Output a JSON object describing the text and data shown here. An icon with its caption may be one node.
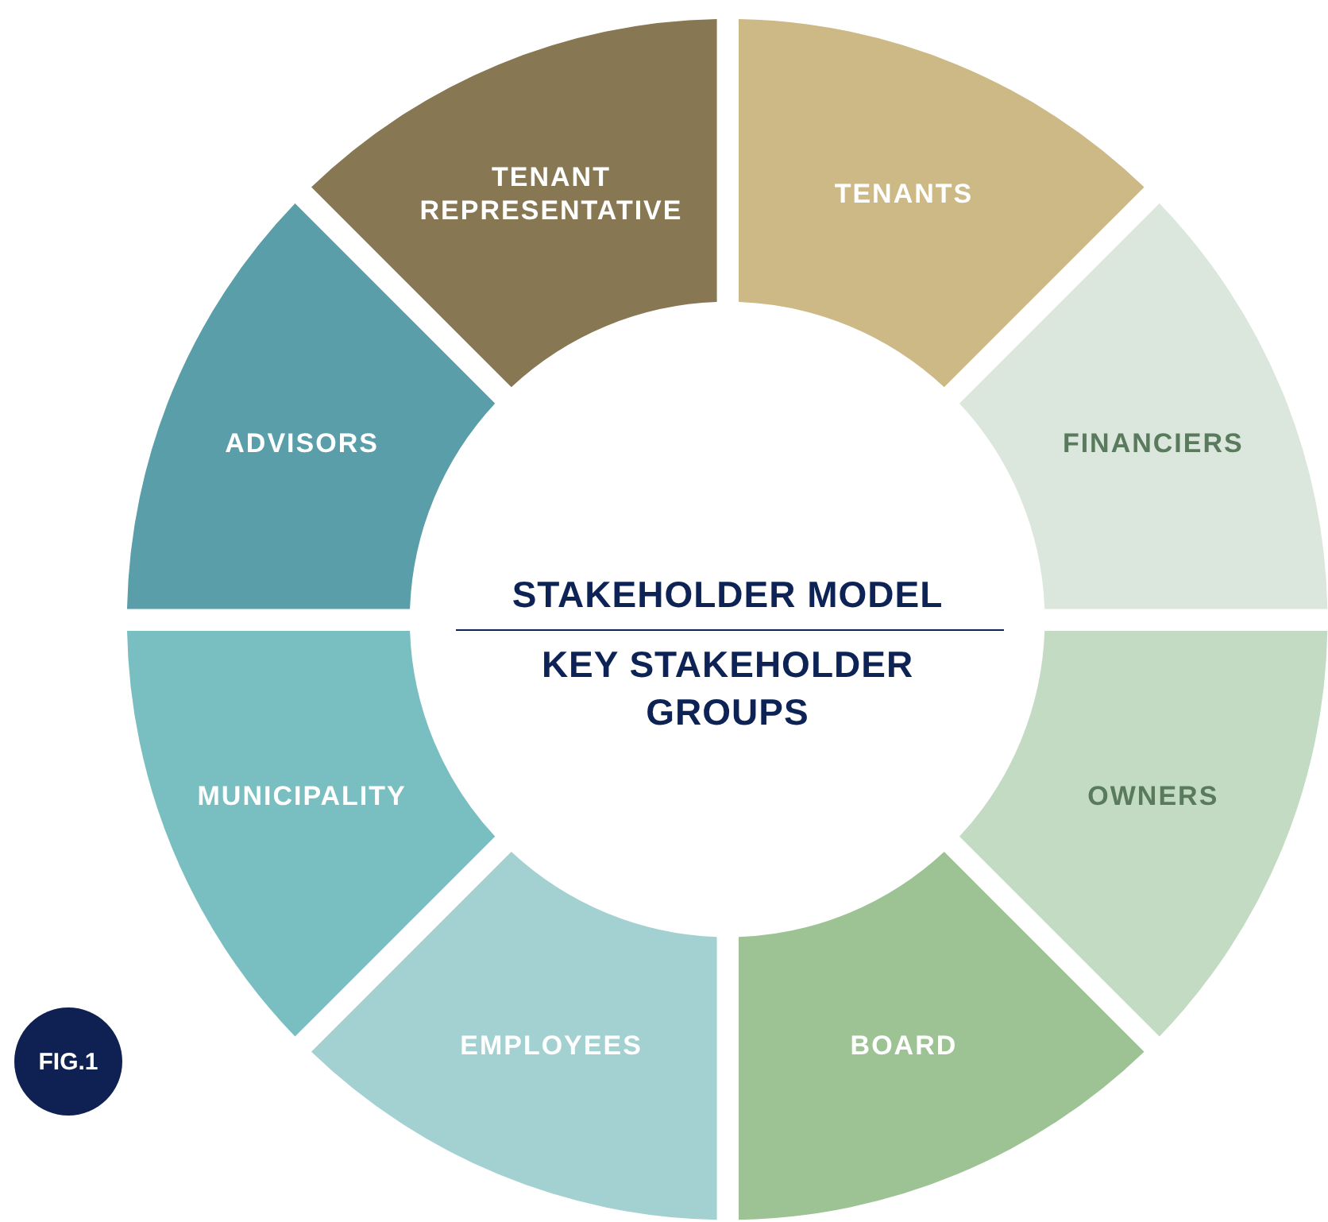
{
  "diagram": {
    "nodes": [
      {
        "text": [
          "STAKEHOLDER MODEL",
          "KEY STAKEHOLDER GROUPS"
        ]
      },
      {
        "text": [
          "TENANT REPRESENTATIVE"
        ]
      },
      {
        "text": [
          "TENANTS"
        ]
      },
      {
        "text": [
          "ADVISORS"
        ]
      },
      {
        "text": [
          "FINANCIERS"
        ]
      },
      {
        "text": [
          "MUNICIPALITY"
        ]
      },
      {
        "text": [
          "OWNERS"
        ]
      },
      {
        "text": [
          "FIG.1"
        ]
      },
      {
        "text": [
          "EMPLOYEES"
        ]
      },
      {
        "text": [
          "BOARD"
        ]
      }
    ]
  }
}
